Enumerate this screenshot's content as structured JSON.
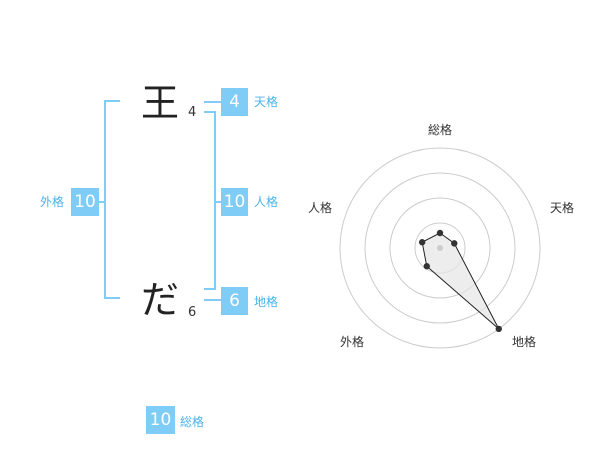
{
  "name": {
    "chars": [
      {
        "char": "王",
        "strokes": "4"
      },
      {
        "char": "だ",
        "strokes": "6"
      }
    ]
  },
  "fortune": {
    "tenkaku": {
      "value": "4",
      "label": "天格"
    },
    "jinkaku": {
      "value": "10",
      "label": "人格"
    },
    "chikaku": {
      "value": "6",
      "label": "地格"
    },
    "gaikaku": {
      "value": "10",
      "label": "外格"
    },
    "soukaku": {
      "value": "10",
      "label": "総格"
    }
  },
  "radar": {
    "axes": [
      "総格",
      "天格",
      "地格",
      "外格",
      "人格"
    ],
    "rings": 4,
    "max": 4,
    "values": [
      0.6,
      0.6,
      4.0,
      0.9,
      0.75
    ],
    "colors": {
      "ring": "#cccccc",
      "line": "#222222",
      "fill": "#e6e6e6",
      "point": "#333333",
      "center": "#cccccc"
    }
  },
  "colors": {
    "accent": "#7fcdf7",
    "label": "#4bb3ea"
  }
}
